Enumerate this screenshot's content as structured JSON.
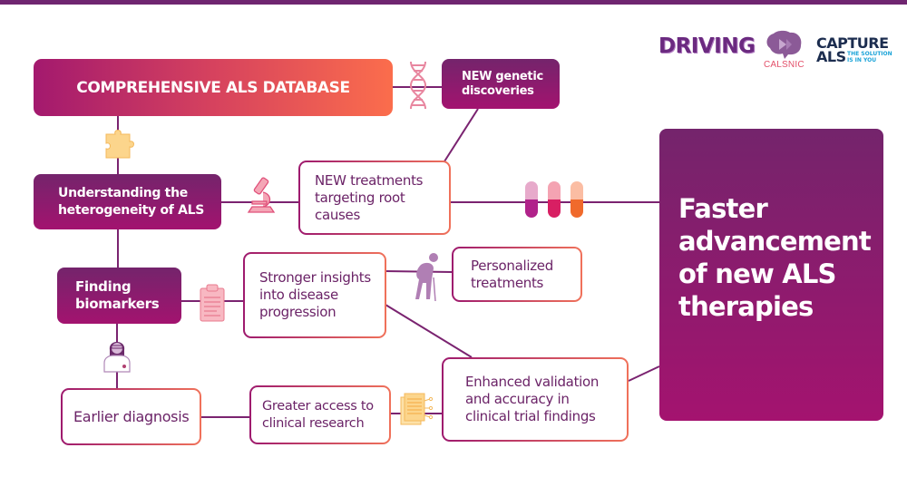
{
  "logos": {
    "driving": "DRIVING",
    "calsnic": "CALSNIC",
    "capture_line1": "CAPTURE",
    "capture_line2": "ALS",
    "capture_tagline_line1": "THE SOLUTION",
    "capture_tagline_line2": "IS IN YOU"
  },
  "nodes": {
    "database": "COMPREHENSIVE ALS DATABASE",
    "genetic_discoveries": [
      "NEW genetic",
      "discoveries"
    ],
    "heterogeneity": [
      "Understanding the",
      "heterogeneity of ALS"
    ],
    "new_treatments": [
      "NEW treatments",
      "targeting root",
      "causes"
    ],
    "biomarkers": [
      "Finding",
      "biomarkers"
    ],
    "stronger_insights": [
      "Stronger insights",
      "into disease",
      "progression"
    ],
    "personalized_treatments": [
      "Personalized",
      "treatments"
    ],
    "earlier_diagnosis": "Earlier diagnosis",
    "greater_access": [
      "Greater access to",
      "clinical research"
    ],
    "enhanced_validation": [
      "Enhanced validation",
      "and accuracy in",
      "clinical trial findings"
    ],
    "result": [
      "Faster",
      "advancement",
      "of new ALS",
      "therapies"
    ]
  },
  "icons": [
    "dna-icon",
    "puzzle-piece-icon",
    "microscope-icon",
    "pills-icon",
    "clipboard-icon",
    "elderly-person-icon",
    "doctor-icon",
    "data-document-icon"
  ],
  "colors": {
    "brand_purple": "#74246c",
    "brand_magenta": "#a3136f",
    "accent_orange": "#f0715a",
    "text_purple": "#6b2367"
  }
}
